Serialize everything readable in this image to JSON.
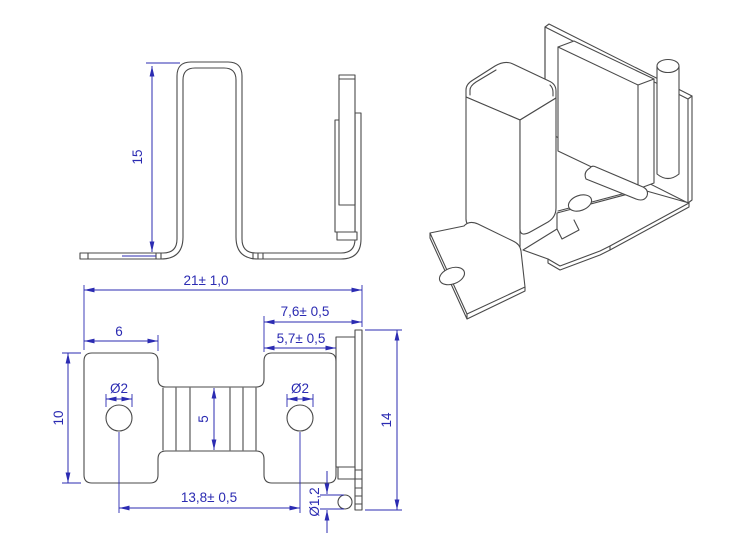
{
  "drawing": {
    "type": "technical-drawing-sheet-metal-bracket",
    "colors": {
      "background": "#ffffff",
      "geometry": "#4a4a4a",
      "dimension": "#2b2bb2"
    },
    "dimensions": {
      "bridge_height": "15",
      "overall_width": "21± 1,0",
      "flange_span": "7,6± 0,5",
      "block_span": "5,7± 0,5",
      "pad_width": "6",
      "pad_depth": "10",
      "left_hole_diameter": "Ø2",
      "right_hole_diameter": "Ø2",
      "bridge_width": "5",
      "flange_length": "14",
      "hole_spacing": "13,8± 0,5",
      "pin_diameter": "Ø1,2"
    }
  }
}
